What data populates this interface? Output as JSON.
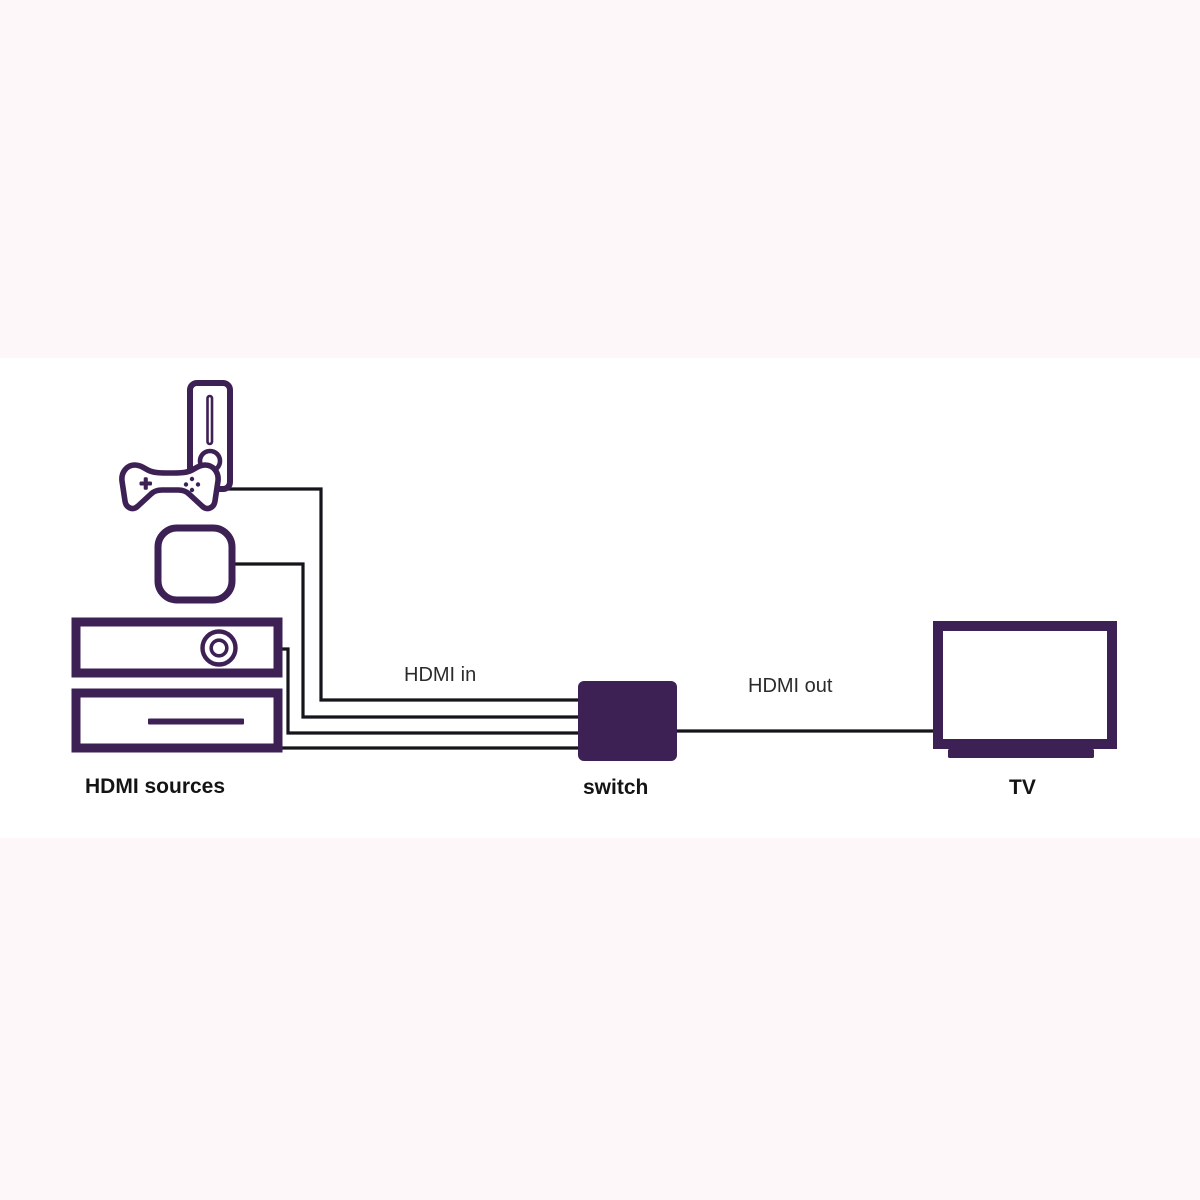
{
  "diagram": {
    "title_visible": false,
    "background": {
      "page_tint": "#fdf7fa",
      "center_band": "#ffffff"
    },
    "colors": {
      "device_purple": "#3d2054",
      "cable_black": "#15151b",
      "label_dark": "#141414",
      "label_gray": "#2b2b2b",
      "screen_white": "#ffffff"
    },
    "groups": [
      {
        "id": "sources",
        "label": "HDMI sources",
        "devices": [
          {
            "id": "game-console",
            "icon": "game-console-icon"
          },
          {
            "id": "game-controller",
            "icon": "game-controller-icon"
          },
          {
            "id": "streaming-box",
            "icon": "streaming-box-icon"
          },
          {
            "id": "disc-player",
            "icon": "disc-player-icon"
          },
          {
            "id": "media-player",
            "icon": "media-player-icon"
          }
        ]
      },
      {
        "id": "switch",
        "label": "switch",
        "devices": [
          {
            "id": "hdmi-switch",
            "icon": "hdmi-switch-icon"
          }
        ]
      },
      {
        "id": "display",
        "label": "TV",
        "devices": [
          {
            "id": "television",
            "icon": "tv-icon"
          }
        ]
      }
    ],
    "connections": [
      {
        "id": "hdmi-in",
        "label": "HDMI in",
        "from": "sources",
        "to": "switch",
        "count": 4
      },
      {
        "id": "hdmi-out",
        "label": "HDMI out",
        "from": "switch",
        "to": "display",
        "count": 1
      }
    ],
    "labels": {
      "sources": "HDMI sources",
      "switch": "switch",
      "tv": "TV",
      "hdmi_in": "HDMI in",
      "hdmi_out": "HDMI out"
    }
  }
}
